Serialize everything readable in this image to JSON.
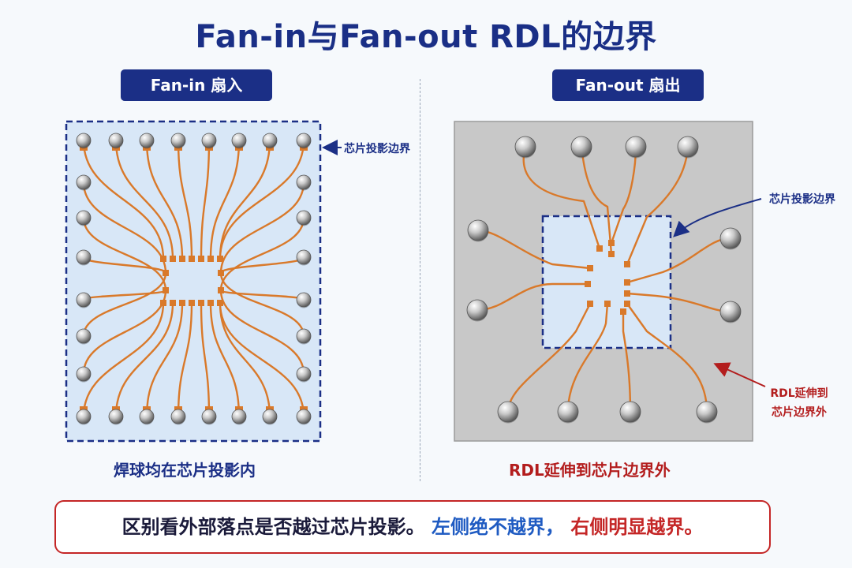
{
  "title": "Fan-in与Fan-out RDL的边界",
  "left": {
    "header": "Fan-in 扇入",
    "boundary_label": "芯片投影边界",
    "caption": "焊球均在芯片投影内"
  },
  "right": {
    "header": "Fan-out 扇出",
    "boundary_label": "芯片投影边界",
    "extend_label_line1": "RDL延伸到",
    "extend_label_line2": "芯片边界外",
    "caption": "RDL延伸到芯片边界外"
  },
  "summary": {
    "part1": "区别看外部落点是否越过芯片投影。",
    "part2": "左侧绝不越界，",
    "part3": "右侧明显越界。"
  },
  "colors": {
    "navy": "#1b2f86",
    "red": "#c42626",
    "trace": "#d9792a",
    "chip_blue": "#d8e7f7",
    "mold_gray": "#c8c8c8"
  }
}
